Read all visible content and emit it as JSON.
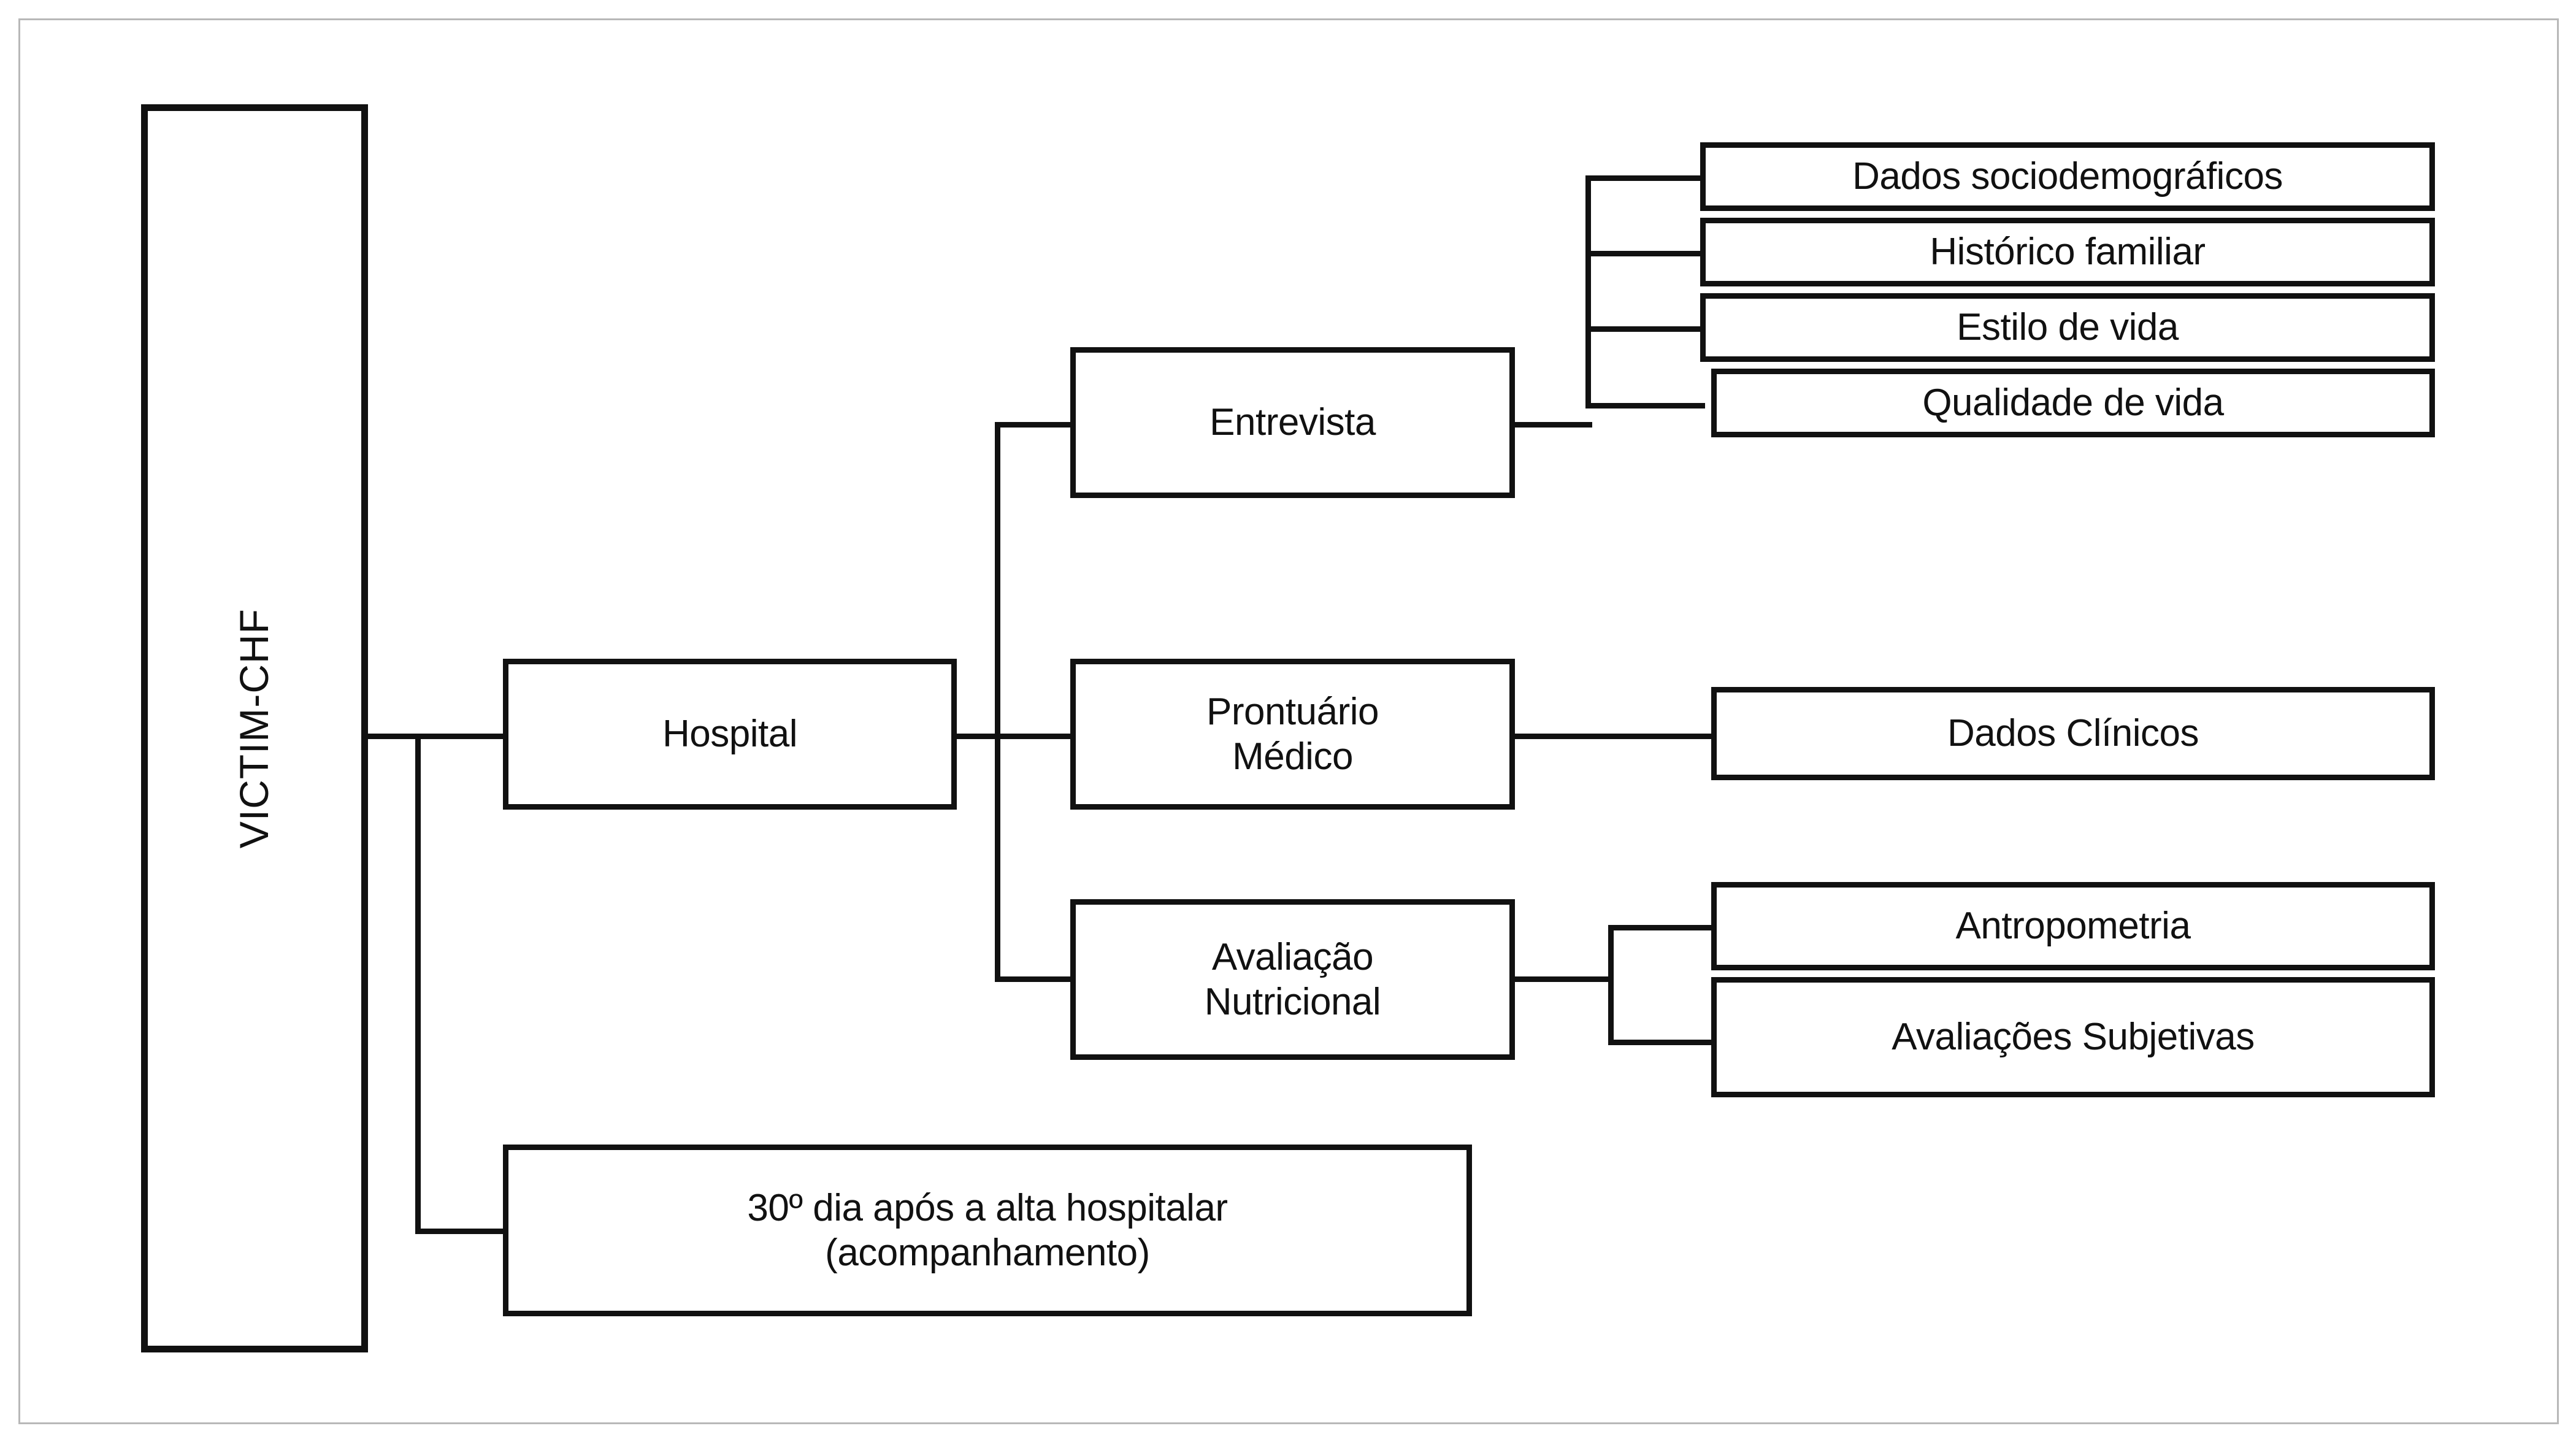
{
  "diagram": {
    "type": "tree",
    "title": "VICTIM-CHF",
    "orientation": "left-to-right",
    "colors": {
      "node_border": "#111111",
      "node_fill": "#ffffff",
      "connector": "#111111",
      "page_frame": "#b8b8b8",
      "background": "#ffffff"
    }
  },
  "root": {
    "label": "VICTIM-CHF"
  },
  "level1": [
    {
      "id": "hospital",
      "label": "Hospital"
    },
    {
      "id": "followup",
      "label": "30º dia após a alta hospitalar\n(acompanhamento)",
      "line1": "30º dia após a alta hospitalar",
      "line2": "(acompanhamento)"
    }
  ],
  "level2": [
    {
      "id": "entrevista",
      "label": "Entrevista"
    },
    {
      "id": "prontuario",
      "label": "Prontuário Médico",
      "line1": "Prontuário",
      "line2": "Médico"
    },
    {
      "id": "avaliacao",
      "label": "Avaliação Nutricional",
      "line1": "Avaliação",
      "line2": "Nutricional"
    }
  ],
  "level3": {
    "entrevista_children": [
      {
        "id": "sociodemograficos",
        "label": "Dados sociodemográficos"
      },
      {
        "id": "historico",
        "label": "Histórico familiar"
      },
      {
        "id": "estilo",
        "label": "Estilo de vida"
      },
      {
        "id": "qualidade",
        "label": "Qualidade de vida"
      }
    ],
    "prontuario_children": [
      {
        "id": "clinicos",
        "label": "Dados Clínicos"
      }
    ],
    "avaliacao_children": [
      {
        "id": "antropometria",
        "label": "Antropometria"
      },
      {
        "id": "subjetivas",
        "label": "Avaliações Subjetivas"
      }
    ]
  }
}
